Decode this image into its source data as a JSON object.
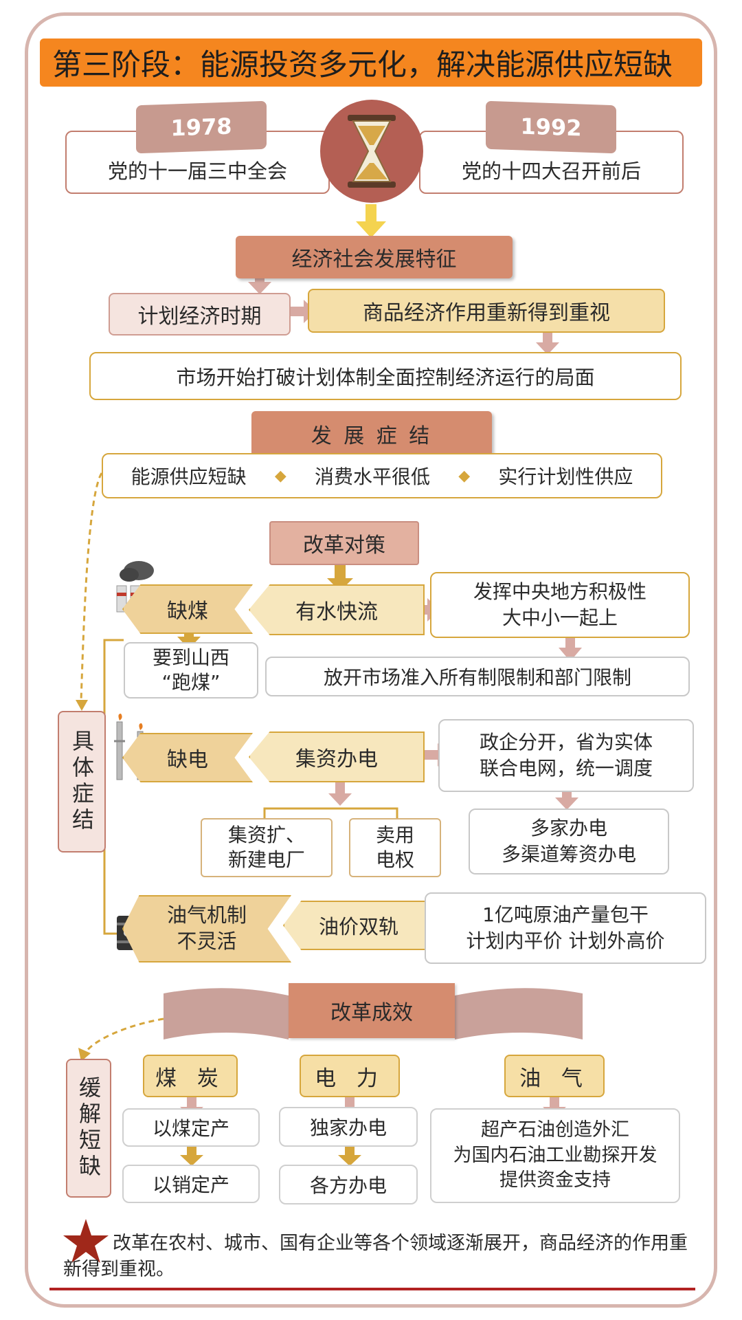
{
  "title": "第三阶段：能源投资多元化，解决能源供应短缺",
  "timeline": {
    "start_year": "1978",
    "start_event": "党的十一届三中全会",
    "end_year": "1992",
    "end_event": "党的十四大召开前后"
  },
  "characteristics": {
    "header": "经济社会发展特征",
    "stage": "计划经济时期",
    "change": "商品经济作用重新得到重视",
    "result": "市场开始打破计划体制全面控制经济运行的局面"
  },
  "symptoms": {
    "header": "发 展 症 结",
    "items": [
      "能源供应短缺",
      "消费水平很低",
      "实行计划性供应"
    ],
    "side_label": "具体症结"
  },
  "countermeasures": {
    "header": "改革对策",
    "coal": {
      "problem": "缺煤",
      "policy": "有水快流",
      "detail": "发挥中央地方积极性\n大中小一起上",
      "action": "要到山西\n“跑煤”",
      "outcome": "放开市场准入所有制限制和部门限制"
    },
    "power": {
      "problem": "缺电",
      "policy": "集资办电",
      "detail": "政企分开，省为实体\n联合电网，统一调度",
      "outcome": "多家办电\n多渠道筹资办电",
      "sub1": "集资扩、\n新建电厂",
      "sub2": "卖用\n电权"
    },
    "oil": {
      "problem": "油气机制\n不灵活",
      "policy": "油价双轨",
      "detail": "1亿吨原油产量包干\n计划内平价 计划外高价"
    }
  },
  "results": {
    "header": "改革成效",
    "side_label": "缓解短缺",
    "coal": {
      "head": "煤 炭",
      "step1": "以煤定产",
      "step2": "以销定产"
    },
    "power": {
      "head": "电 力",
      "step1": "独家办电",
      "step2": "各方办电"
    },
    "oil": {
      "head": "油 气",
      "step1": "超产石油创造外汇\n为国内石油工业勘探开发\n提供资金支持"
    }
  },
  "footnote": "改革在农村、城市、国有企业等各个领域逐渐展开，商品经济的作用重新得到重视。",
  "colors": {
    "title_orange": "#f5861f",
    "salmon": "#d58c6f",
    "tan": "#f5dfa9",
    "pink": "#c79a8f",
    "gold": "#d6a63c",
    "star_red": "#a0281a",
    "rule_red": "#b22222"
  }
}
